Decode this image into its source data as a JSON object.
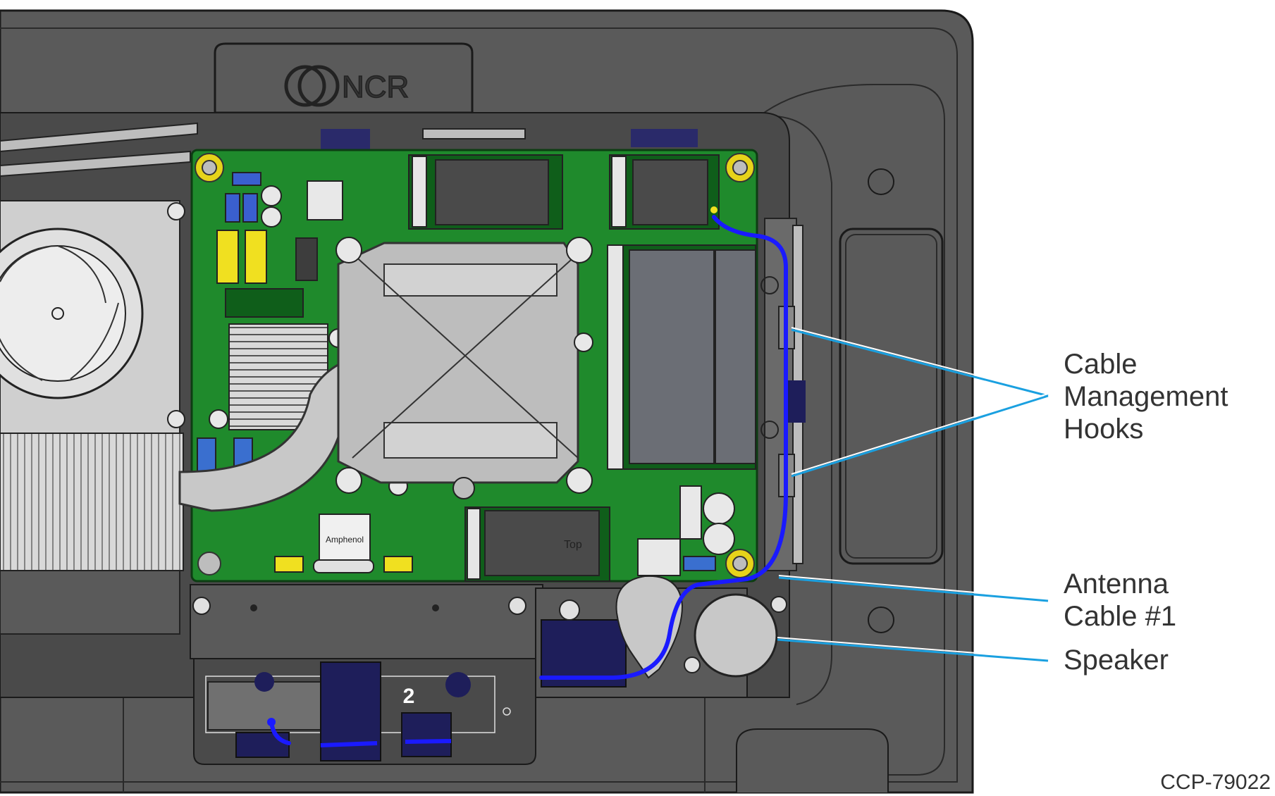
{
  "logo": {
    "brand": "NCR"
  },
  "components": {
    "connector_brand": "Amphenol",
    "ssd_label": "Top",
    "bay_number": "2"
  },
  "callouts": [
    {
      "id": "cable-management-hooks",
      "lines": [
        "Cable",
        "Management",
        "Hooks"
      ]
    },
    {
      "id": "antenna-cable-1",
      "lines": [
        "Antenna",
        "Cable #1"
      ]
    },
    {
      "id": "speaker",
      "lines": [
        "Speaker"
      ]
    }
  ],
  "figure_id": "CCP-79022",
  "colors": {
    "housing": "#5a5a5a",
    "board": "#1f8a2c",
    "cable": "#1a1aff",
    "leader": "#1aa0e0",
    "heatsink": "#c8c8c8"
  }
}
